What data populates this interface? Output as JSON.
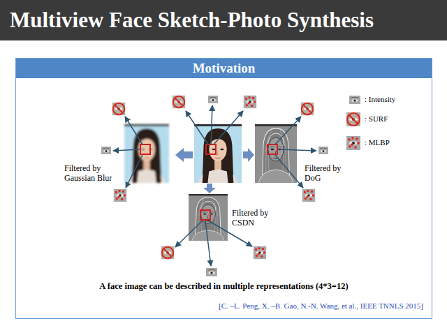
{
  "diagram": {
    "title": "Multiview Face Sketch-Photo Synthesis",
    "caption": "A face image can be described in multiple representations (4*3=12)",
    "nodes": [
      {
        "text": [
          "Motivation"
        ]
      }
    ],
    "labels": [
      "Filtered by Gaussian Blur",
      "Filtered by DoG",
      "Filtered by CSDN",
      "[C. –L. Peng, X. –B. Gao, N.-N. Wang, et al., IEEE TNNLS 2015]"
    ],
    "legend": [
      {
        "text": ": Intensity"
      },
      {
        "text": ": SURF"
      },
      {
        "text": ": MLBP"
      }
    ]
  }
}
